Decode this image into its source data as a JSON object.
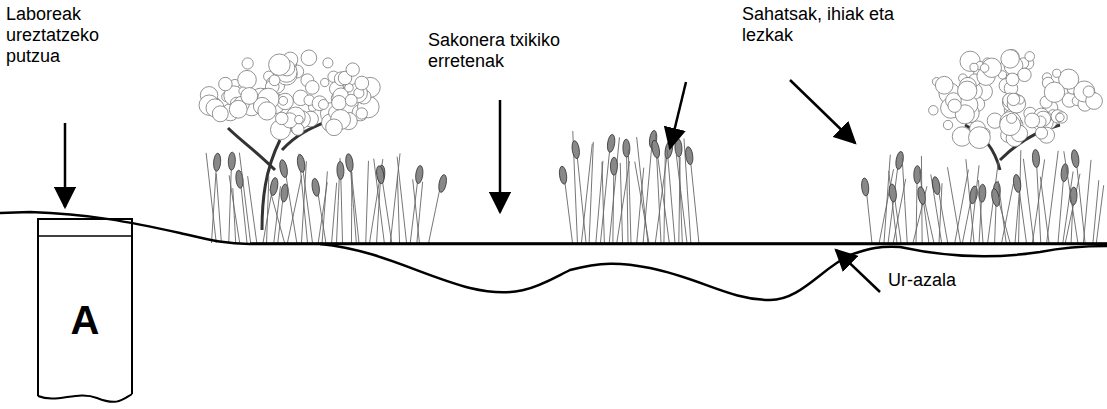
{
  "diagram": {
    "nodes": [
      {
        "text": [
          "A"
        ]
      }
    ],
    "labels": [
      "Laboreak ureztatzeko putzua",
      "Sakonera txikiko erretenak",
      "Sahatsak, ihiak eta lezkak",
      "Ur-azala"
    ]
  }
}
